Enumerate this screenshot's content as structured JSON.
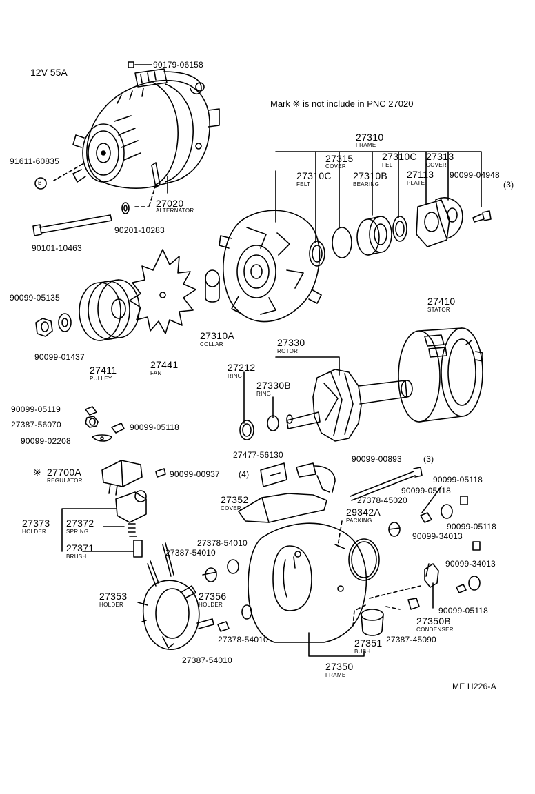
{
  "header": {
    "rating": "12V 55A",
    "note": "Mark ※ is not include in PNC 27020",
    "code": "ME H226-A"
  },
  "parts": {
    "p90179": "90179-06158",
    "p91611": "91611-60835",
    "p27020": "27020",
    "p27020_c": "ALTERNATOR",
    "p90201": "90201-10283",
    "p90101": "90101-10463",
    "p27310": "27310",
    "p27310_c": "FRAME",
    "p27315": "27315",
    "p27315_c": "COVER",
    "p27310C_a": "27310C",
    "p27310C_a_c": "FELT",
    "p27310B": "27310B",
    "p27310B_c": "BEARING",
    "p27310C_b": "27310C",
    "p27310C_b_c": "FELT",
    "p27313": "27313",
    "p27313_c": "COVER",
    "p27113": "27113",
    "p27113_c": "PLATE",
    "p90099_04948": "90099-04948",
    "p90099_04948_q": "(3)",
    "p90099_05135": "90099-05135",
    "p90099_01437": "90099-01437",
    "p27411": "27411",
    "p27411_c": "PULLEY",
    "p27441": "27441",
    "p27441_c": "FAN",
    "p27310A": "27310A",
    "p27310A_c": "COLLAR",
    "p27410": "27410",
    "p27410_c": "STATOR",
    "p27330": "27330",
    "p27330_c": "ROTOR",
    "p27212": "27212",
    "p27212_c": "RING",
    "p27330B": "27330B",
    "p27330B_c": "RING",
    "p90099_05119": "90099-05119",
    "p27387_56070": "27387-56070",
    "p90099_05118_a": "90099-05118",
    "p90099_02208": "90099-02208",
    "p27477": "27477-56130",
    "p90099_00893": "90099-00893",
    "p90099_00893_q": "(3)",
    "star": "※",
    "p27700A": "27700A",
    "p27700A_c": "REGULATOR",
    "p90099_00937": "90099-00937",
    "p90099_00937_q": "(4)",
    "p90099_05118_b": "90099-05118",
    "p90099_05118_c": "90099-05118",
    "p27352": "27352",
    "p27352_c": "COVER",
    "p27378_45020": "27378-45020",
    "p29342A": "29342A",
    "p29342A_c": "PACKING",
    "p90099_05118_d": "90099-05118",
    "p90099_34013_a": "90099-34013",
    "p27373": "27373",
    "p27373_c": "HOLDER",
    "p27372": "27372",
    "p27372_c": "SPRING",
    "p27371": "27371",
    "p27371_c": "BRUSH",
    "p27378_54010_a": "27378-54010",
    "p27387_54010_a": "27387-54010",
    "p90099_34013_b": "90099-34013",
    "p27353": "27353",
    "p27353_c": "HOLDER",
    "p27356": "27356",
    "p27356_c": "HOLDER",
    "p90099_05118_e": "90099-05118",
    "p27350B": "27350B",
    "p27350B_c": "CONDENSER",
    "p27351": "27351",
    "p27351_c": "BUSH",
    "p27387_45090": "27387-45090",
    "p27378_54010_b": "27378-54010",
    "p27387_54010_b": "27387-54010",
    "p27350": "27350",
    "p27350_c": "FRAME",
    "b_mark": "B"
  }
}
